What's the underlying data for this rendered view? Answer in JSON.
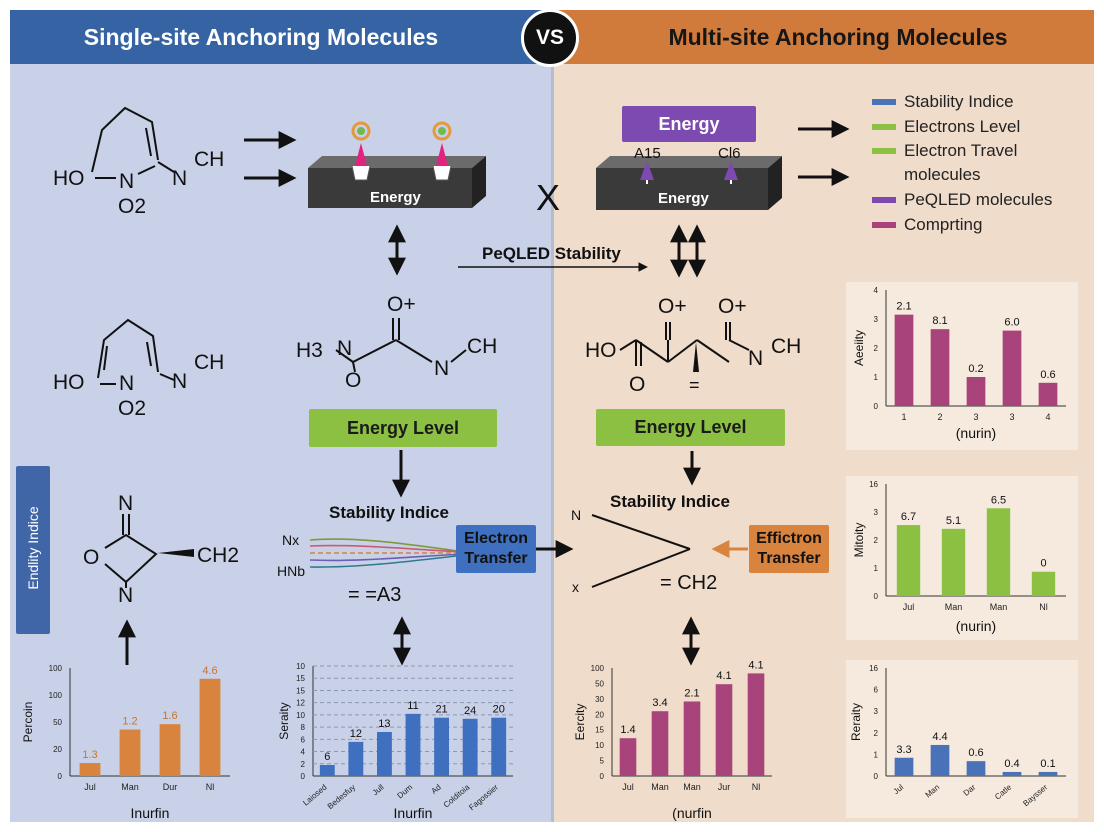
{
  "header": {
    "left_title": "Single-site Anchoring Molecules",
    "vs_label": "VS",
    "right_title": "Multi-site Anchoring Molecules"
  },
  "colors": {
    "left_panel": "#c9d1e8",
    "right_panel": "#efdccb",
    "left_header": "#3563a4",
    "right_header": "#d07a3b",
    "blue": "#3f6fbf",
    "green": "#8cc043",
    "purple": "#7c4ab1",
    "magenta": "#a8447b",
    "orange": "#d8833e",
    "slab": "#3a3a3a"
  },
  "left": {
    "mol1": {
      "c1": "CH",
      "n": "N",
      "ho": "HO",
      "ring_n": "N",
      "o2": "O2"
    },
    "mol2": {
      "c1": "CH",
      "n": "N",
      "ho": "HO",
      "ring_n": "N",
      "o2": "O2"
    },
    "mol3": {
      "top_n": "N",
      "o": "O",
      "ch2": "CH2",
      "bottom_n": "N"
    },
    "side_label": "Endlity Indice",
    "slab_label": "Energy",
    "urea": {
      "o_plus": "O+",
      "h3": "H3",
      "n1": "N",
      "o": "O",
      "n2": "N",
      "ch": "CH"
    },
    "energy_level": "Energy Level",
    "stability_indice": "Stability Indice",
    "wires": {
      "top": "Nx",
      "bottom": "HNb"
    },
    "electron_transfer": "Electron Transfer",
    "formula": "= =A3"
  },
  "center": {
    "x_mark": "X",
    "stability_label": "PeQLED Stability"
  },
  "right": {
    "energy_box": "Energy",
    "tip_left": "A15",
    "tip_right": "Cl6",
    "slab_label": "Energy",
    "molecule": {
      "ho": "HO",
      "o1": "O+",
      "o2": "O+",
      "o_bottom": "O",
      "n": "N",
      "ch": "CH",
      "eq": "="
    },
    "energy_level": "Energy Level",
    "stability_indice": "Stability Indice",
    "fork": {
      "top": "N",
      "bottom": "x"
    },
    "effictron_transfer": "Effictron Transfer",
    "formula": "= CH2"
  },
  "legend": [
    {
      "label": "Stability Indice",
      "color": "#4a72b8"
    },
    {
      "label": "Electrons Level",
      "color": "#8cc043"
    },
    {
      "label": "Electron Travel molecules",
      "color": "#8cc043"
    },
    {
      "label": "PeQLED molecules",
      "color": "#7c4ab1"
    },
    {
      "label": "Comprting",
      "color": "#a8447b"
    }
  ],
  "chart_data": [
    {
      "type": "bar",
      "ylabel": "Percoin",
      "xlabel": "Inurfin",
      "color": "#d8833e",
      "ylim": [
        0,
        100
      ],
      "yticks": [
        "0",
        "20",
        "50",
        "100",
        "100"
      ],
      "categories": [
        "Jul",
        "Man",
        "Dur",
        "Nl"
      ],
      "values": [
        12,
        43,
        48,
        90
      ],
      "labels": [
        "1.3",
        "1.2",
        "1.6",
        "4.6"
      ]
    },
    {
      "type": "bar",
      "ylabel": "Seraity",
      "xlabel": "Inurfin",
      "color": "#3f6fbf",
      "ylim": [
        0,
        20
      ],
      "yticks": [
        "0",
        "2",
        "4",
        "6",
        "8",
        "10",
        "12",
        "15",
        "15",
        "10"
      ],
      "categories": [
        "Laiosed",
        "Bedesfuy",
        "Jull",
        "Dum",
        "Ad",
        "Colditoia",
        "Fagossier"
      ],
      "values": [
        2,
        6.2,
        8,
        11.3,
        10.6,
        10.4,
        10.6
      ],
      "labels": [
        "6",
        "12",
        "13",
        "11",
        "21",
        "24",
        "20"
      ]
    },
    {
      "type": "bar",
      "ylabel": "Eercity",
      "xlabel": "(nurfin",
      "color": "#a8447b",
      "ylim": [
        0,
        100
      ],
      "yticks": [
        "0",
        "5",
        "10",
        "15",
        "20",
        "30",
        "50",
        "100"
      ],
      "categories": [
        "Jul",
        "Man",
        "Man",
        "Jur",
        "Nl"
      ],
      "values": [
        35,
        60,
        69,
        85,
        95
      ],
      "labels": [
        "1.4",
        "3.4",
        "2.1",
        "4.1",
        "4.1"
      ]
    },
    {
      "type": "bar",
      "ylabel": "Reraity",
      "xlabel": "",
      "color": "#4a72b8",
      "ylim": [
        0,
        16
      ],
      "yticks": [
        "0",
        "1",
        "2",
        "3",
        "6",
        "16"
      ],
      "categories": [
        "Jul",
        "Man",
        "Dar",
        "Catle",
        "Baysser"
      ],
      "values": [
        2.7,
        4.6,
        2.2,
        0.6,
        0.6
      ],
      "labels": [
        "3.3",
        "4.4",
        "0.6",
        "0.4",
        "0.1"
      ]
    },
    {
      "type": "bar",
      "ylabel": "Aeeiity",
      "xlabel": "(nurin)",
      "color": "#a8447b",
      "ylim": [
        0,
        4
      ],
      "yticks": [
        "0",
        "1",
        "2",
        "3",
        "4"
      ],
      "categories": [
        "1",
        "2",
        "3",
        "3",
        "4"
      ],
      "values": [
        3.15,
        2.65,
        1.0,
        2.6,
        0.8
      ],
      "labels": [
        "2.1",
        "8.1",
        "0.2",
        "6.0",
        "0.6"
      ]
    },
    {
      "type": "bar",
      "ylabel": "Mitoity",
      "xlabel": "(nurin)",
      "color": "#8cc043",
      "ylim": [
        0,
        3
      ],
      "yticks": [
        "0",
        "1",
        "2",
        "3",
        "16"
      ],
      "categories": [
        "Jul",
        "Man",
        "Man",
        "Nl"
      ],
      "values": [
        1.9,
        1.8,
        2.35,
        0.65
      ],
      "labels": [
        "6.7",
        "5.1",
        "6.5",
        "0"
      ]
    }
  ]
}
